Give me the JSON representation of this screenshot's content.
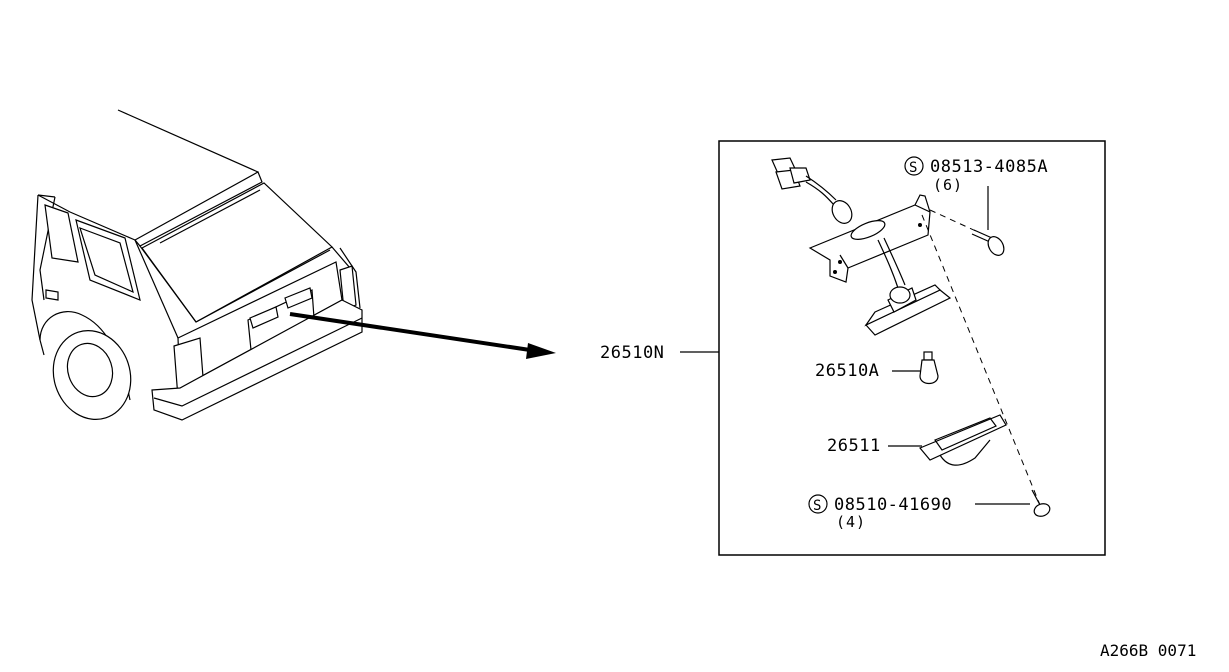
{
  "diagram": {
    "main_assembly": "26510N",
    "parts": [
      {
        "id": "screw-top",
        "number": "08513-4085A",
        "qty": "(6)",
        "marker": "S"
      },
      {
        "id": "bulb",
        "number": "26510A"
      },
      {
        "id": "lens",
        "number": "26511"
      },
      {
        "id": "screw-bottom",
        "number": "08510-41690",
        "qty": "(4)",
        "marker": "S"
      }
    ],
    "reference_code": "A266B 0071"
  }
}
